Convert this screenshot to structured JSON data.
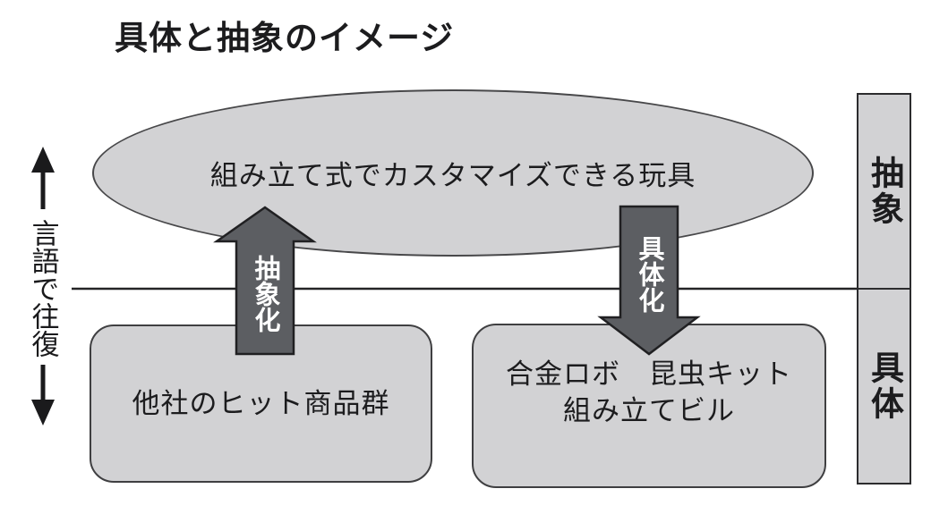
{
  "title": "具体と抽象のイメージ",
  "colors": {
    "shape_fill": "#d2d2d4",
    "arrow_fill": "#5c5e62",
    "outline": "#2c2c2e",
    "text": "#1c1c1e",
    "arrow_text": "#ffffff"
  },
  "abstract_ellipse": {
    "label": "組み立て式でカスタマイズできる玩具"
  },
  "left_axis": {
    "label": "言語で往復"
  },
  "arrows": {
    "up_label": "抽象化",
    "down_label": "具体化"
  },
  "concrete_boxes": {
    "left": {
      "label": "他社のヒット商品群"
    },
    "right": {
      "line1": "合金ロボ　昆虫キット",
      "line2": "組み立てビル"
    }
  },
  "right_axis": {
    "top_label": "抽象",
    "bottom_label": "具体"
  }
}
